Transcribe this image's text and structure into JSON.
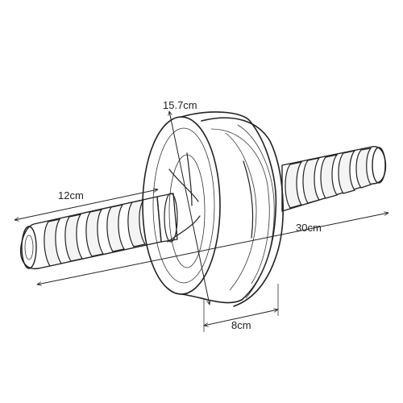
{
  "dimensions": {
    "diameter": "15.7cm",
    "handle_length": "12cm",
    "total_length": "30cm",
    "wheel_width": "8cm"
  }
}
